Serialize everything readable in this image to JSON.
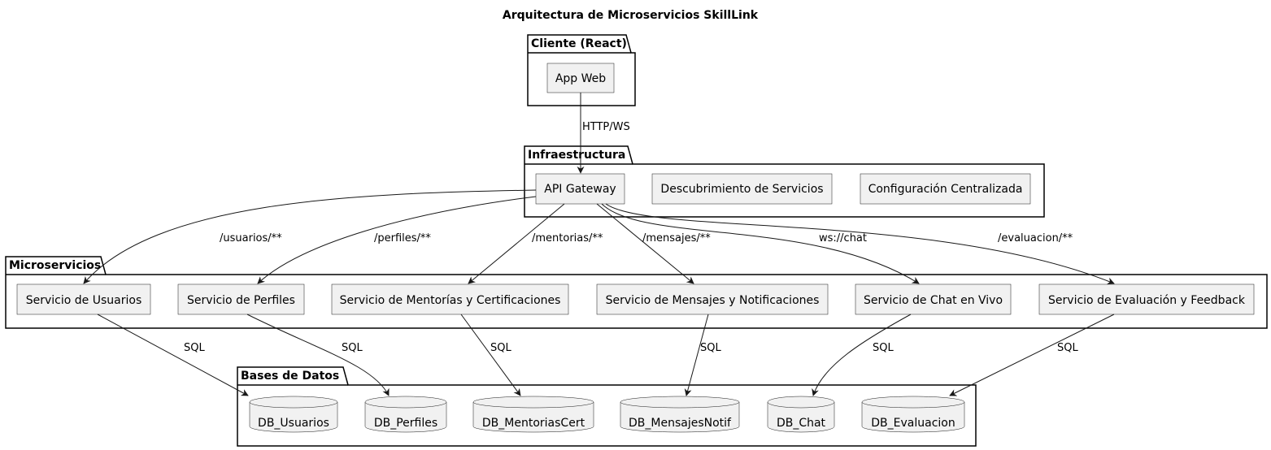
{
  "title": "Arquitectura de Microservicios SkillLink",
  "colors": {
    "node_fill": "#f1f1f1",
    "line": "#181818"
  },
  "packages": {
    "client": "Cliente (React)",
    "infra": "Infraestructura",
    "micro": "Microservicios",
    "db": "Bases de Datos"
  },
  "nodes": {
    "app_web": "App Web",
    "api_gateway": "API Gateway",
    "discovery": "Descubrimiento de Servicios",
    "config": "Configuración Centralizada",
    "svc_usuarios": "Servicio de Usuarios",
    "svc_perfiles": "Servicio de Perfiles",
    "svc_mentorias": "Servicio de Mentorías y Certificaciones",
    "svc_mensajes": "Servicio de Mensajes y Notificaciones",
    "svc_chat": "Servicio de Chat en Vivo",
    "svc_evaluacion": "Servicio de Evaluación y Feedback",
    "db_usuarios": "DB_Usuarios",
    "db_perfiles": "DB_Perfiles",
    "db_mentorias": "DB_MentoriasCert",
    "db_mensajes": "DB_MensajesNotif",
    "db_chat": "DB_Chat",
    "db_evaluacion": "DB_Evaluacion"
  },
  "edges": {
    "client_gateway": "HTTP/WS",
    "gw_usuarios": "/usuarios/**",
    "gw_perfiles": "/perfiles/**",
    "gw_mentorias": "/mentorias/**",
    "gw_mensajes": "/mensajes/**",
    "gw_chat": "ws://chat",
    "gw_evaluacion": "/evaluacion/**",
    "sql": "SQL"
  }
}
